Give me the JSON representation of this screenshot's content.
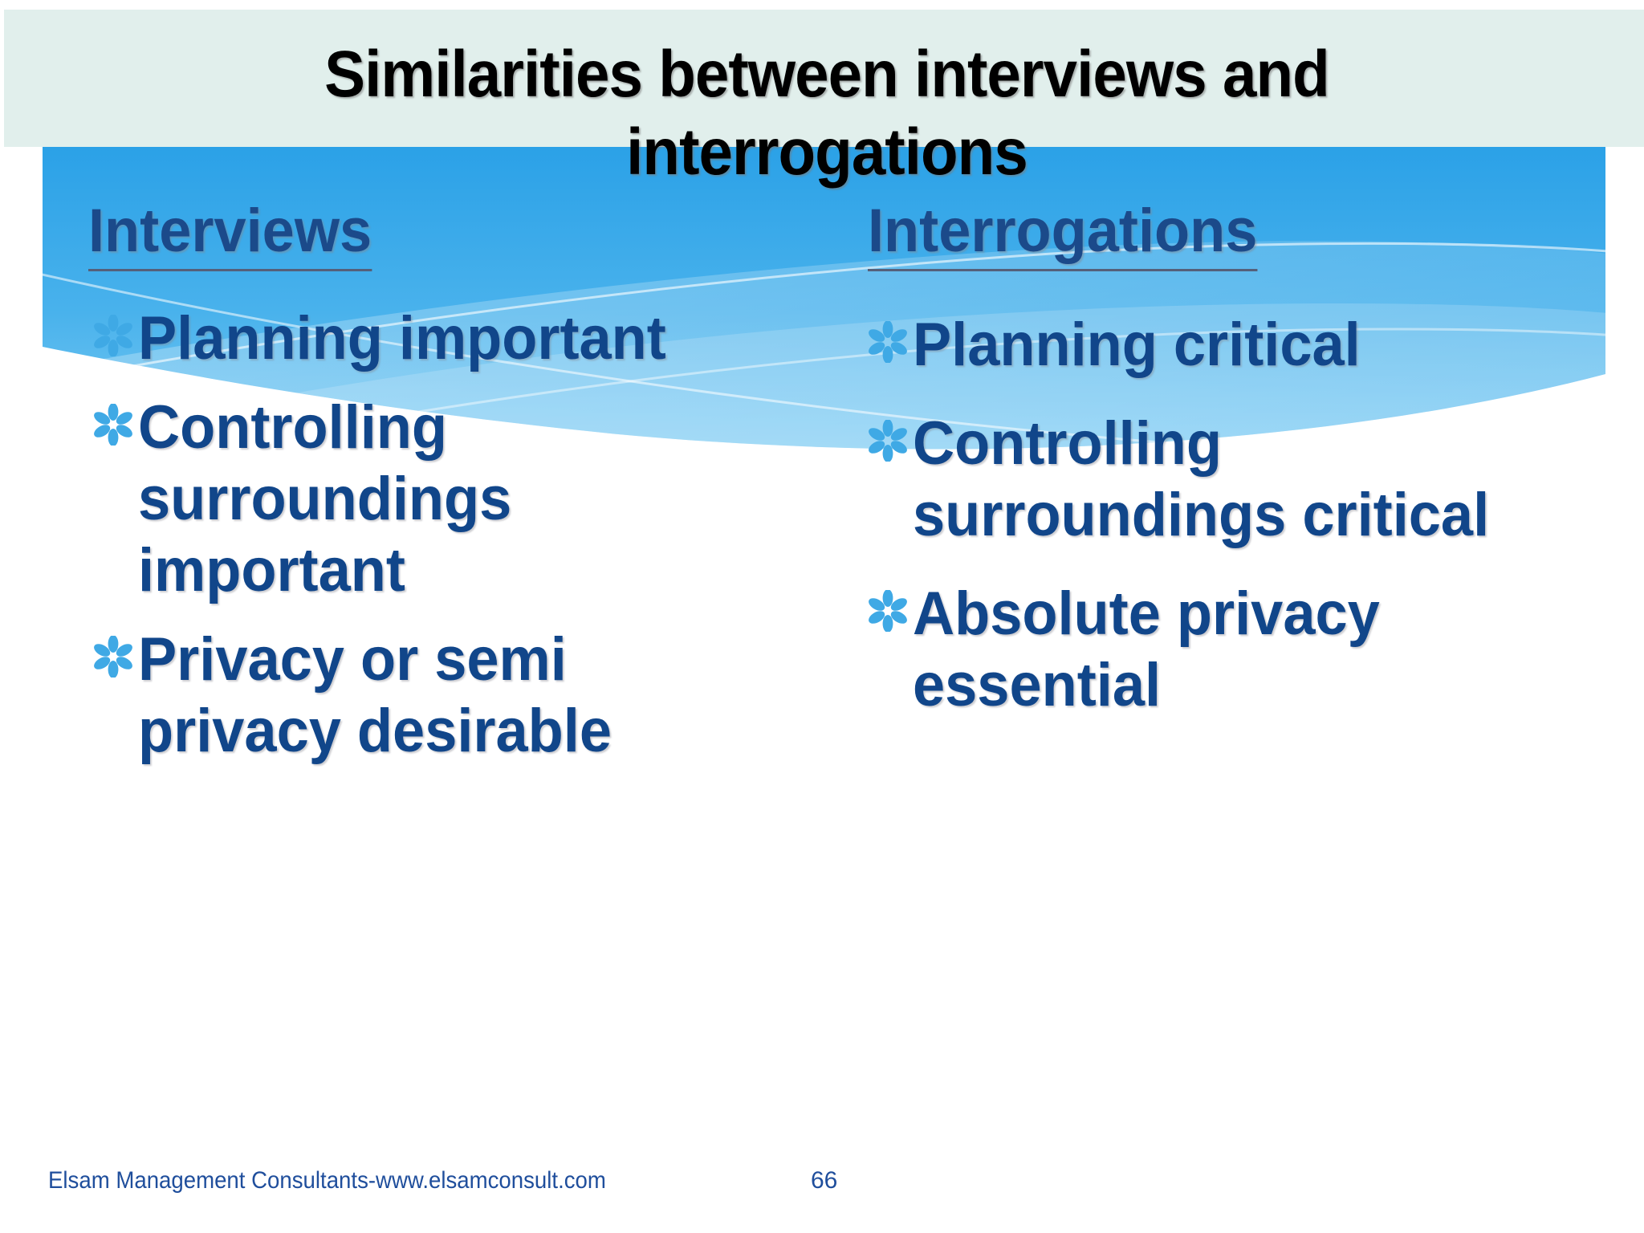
{
  "slide": {
    "title": "Similarities between interviews and interrogations",
    "title_line_1": "Similarities between interviews and",
    "title_line_2": "interrogations",
    "page_number": "66",
    "footer_text": "Elsam Management Consultants-www.elsamconsult.com"
  },
  "colors": {
    "title_text": "#000000",
    "header_band": "#e1efec",
    "banner_blue_top": "#2ba3e8",
    "banner_blue_bottom": "#6cc4f0",
    "heading_navy": "#1b4a8a",
    "body_navy": "#11468a",
    "bullet_marker": "#3fa9e5",
    "footer_navy": "#1f4e9c",
    "heading_rule": "#55607a",
    "background": "#ffffff"
  },
  "columns": [
    {
      "id": "interviews",
      "heading": "Interviews",
      "bullet_icon": "asterisk-flower-icon",
      "bullets": [
        "Planning important",
        "Controlling surroundings important",
        "Privacy or semi privacy desirable"
      ]
    },
    {
      "id": "interrogations",
      "heading": "Interrogations",
      "bullet_icon": "asterisk-flower-icon",
      "bullets": [
        "Planning critical",
        "Controlling surroundings critical",
        "Absolute privacy essential"
      ]
    }
  ]
}
